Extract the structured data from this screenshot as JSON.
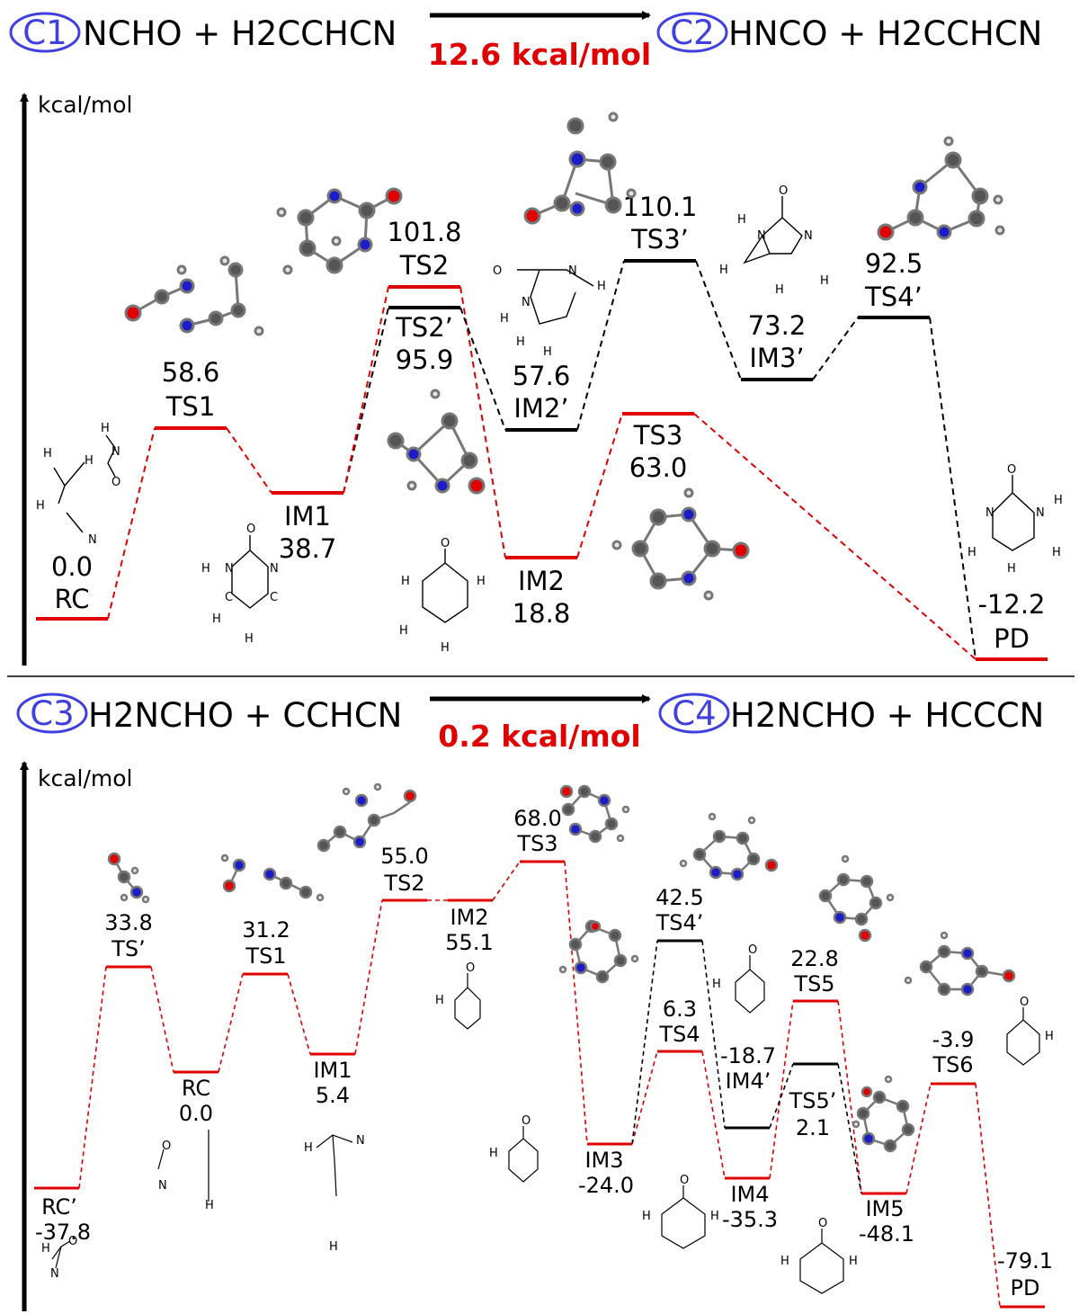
{
  "colors": {
    "red": "#e00000",
    "black": "#000000",
    "circle": "#4040e0",
    "carbon": "#555555",
    "nitrogen": "#1c1cc8",
    "oxygen": "#e00000",
    "hydrogen": "#e6e6e6"
  },
  "panel1": {
    "from_tag": "C1",
    "from_formula": "NCHO + H2CCHCN",
    "to_tag": "C2",
    "to_formula": "HNCO + H2CCHCN",
    "barrier": "12.6 kcal/mol",
    "axis_unit": "kcal/mol",
    "levels": [
      {
        "name": "RC",
        "value": "0.0",
        "path": "red"
      },
      {
        "name": "TS1",
        "value": "58.6",
        "path": "red"
      },
      {
        "name": "IM1",
        "value": "38.7",
        "path": "red"
      },
      {
        "name": "TS2",
        "value": "101.8",
        "path": "red"
      },
      {
        "name": "TS2’",
        "value": "95.9",
        "path": "black"
      },
      {
        "name": "IM2",
        "value": "18.8",
        "path": "red"
      },
      {
        "name": "IM2’",
        "value": "57.6",
        "path": "black"
      },
      {
        "name": "TS3",
        "value": "63.0",
        "path": "red"
      },
      {
        "name": "TS3’",
        "value": "110.1",
        "path": "black"
      },
      {
        "name": "IM3’",
        "value": "73.2",
        "path": "black"
      },
      {
        "name": "TS4’",
        "value": "92.5",
        "path": "black"
      },
      {
        "name": "PD",
        "value": "-12.2",
        "path": "red"
      }
    ]
  },
  "panel2": {
    "from_tag": "C3",
    "from_formula": "H2NCHO + CCHCN",
    "to_tag": "C4",
    "to_formula": "H2NCHO + HCCCN",
    "barrier": "0.2 kcal/mol",
    "axis_unit": "kcal/mol",
    "levels": [
      {
        "name": "RC’",
        "value": "-37.8",
        "path": "red"
      },
      {
        "name": "TS’",
        "value": "33.8",
        "path": "red"
      },
      {
        "name": "RC",
        "value": "0.0",
        "path": "red"
      },
      {
        "name": "TS1",
        "value": "31.2",
        "path": "red"
      },
      {
        "name": "IM1",
        "value": "5.4",
        "path": "red"
      },
      {
        "name": "TS2",
        "value": "55.0",
        "path": "red"
      },
      {
        "name": "IM2",
        "value": "55.1",
        "path": "red"
      },
      {
        "name": "TS3",
        "value": "68.0",
        "path": "red"
      },
      {
        "name": "IM3",
        "value": "-24.0",
        "path": "red"
      },
      {
        "name": "TS4’",
        "value": "42.5",
        "path": "black"
      },
      {
        "name": "TS4",
        "value": "6.3",
        "path": "red"
      },
      {
        "name": "IM4’",
        "value": "-18.7",
        "path": "black"
      },
      {
        "name": "IM4",
        "value": "-35.3",
        "path": "red"
      },
      {
        "name": "TS5",
        "value": "22.8",
        "path": "red"
      },
      {
        "name": "TS5’",
        "value": "2.1",
        "path": "black"
      },
      {
        "name": "IM5",
        "value": "-48.1",
        "path": "red"
      },
      {
        "name": "TS6",
        "value": "-3.9",
        "path": "red"
      },
      {
        "name": "PD",
        "value": "-79.1",
        "path": "red"
      }
    ]
  }
}
